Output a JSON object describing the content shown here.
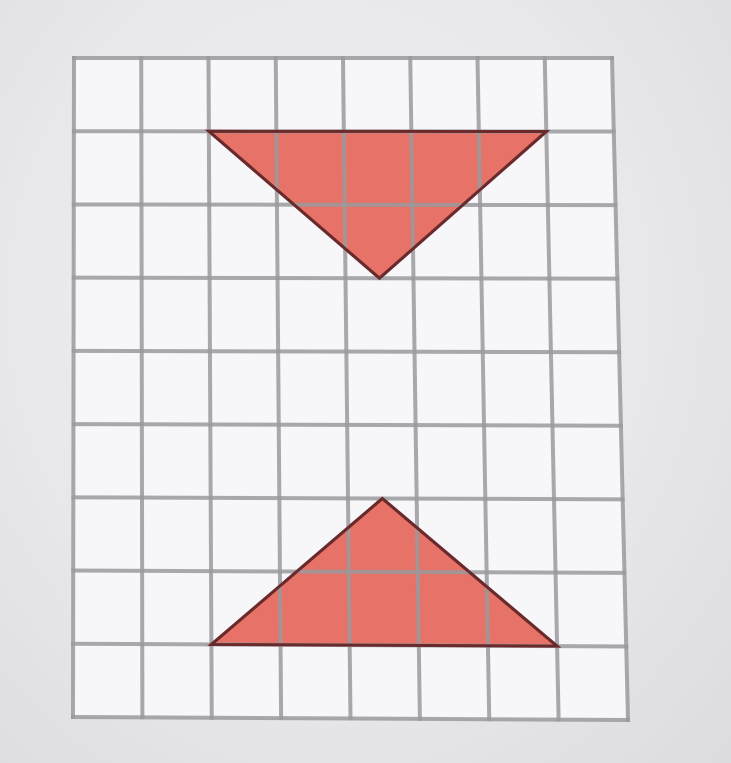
{
  "figure": {
    "grid": {
      "columns": 8,
      "rows": 9,
      "line_color": "#9a999c",
      "cell_fill": "#f7f7fa"
    },
    "shapes": [
      {
        "name": "upper-triangle",
        "description_points": [
          [
            2,
            1
          ],
          [
            7,
            1
          ],
          [
            4.5,
            3
          ]
        ],
        "fill": "#e4675c",
        "stroke": "#6a2a2c"
      },
      {
        "name": "lower-triangle",
        "description_points": [
          [
            2,
            8
          ],
          [
            7,
            8
          ],
          [
            4.5,
            6
          ]
        ],
        "fill": "#e4675c",
        "stroke": "#6a2a2c"
      }
    ]
  }
}
